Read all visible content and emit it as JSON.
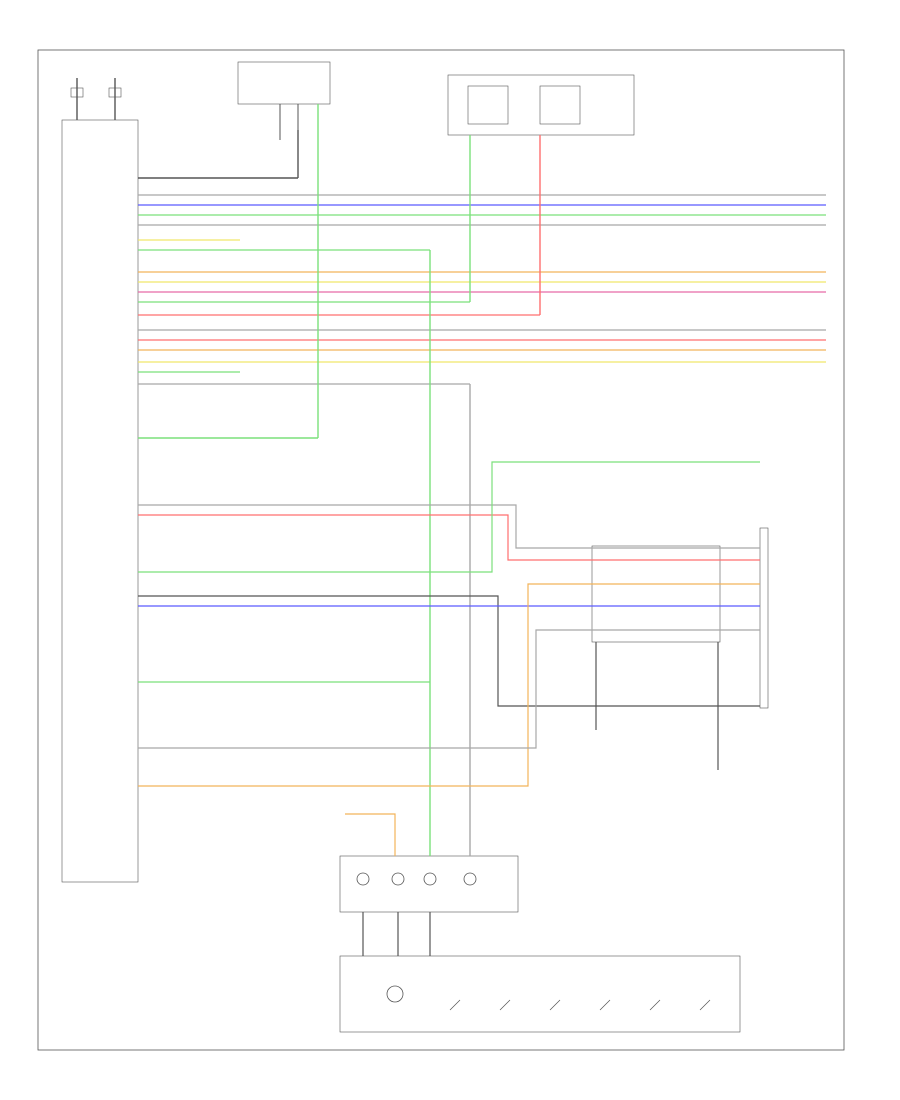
{
  "diagram": {
    "footer_code": "",
    "labels": {
      "rear_label_1": "",
      "rear_label_2": "",
      "module_name": "",
      "ground_label": ""
    },
    "wires": [
      {
        "name": "wire-blue",
        "color": "#5b5bff"
      },
      {
        "name": "wire-green",
        "color": "#7be07b"
      },
      {
        "name": "wire-gray",
        "color": "#a8a8a8"
      },
      {
        "name": "wire-yellow",
        "color": "#f0e66a"
      },
      {
        "name": "wire-orange",
        "color": "#f2b35a"
      },
      {
        "name": "wire-red",
        "color": "#ff6f6f"
      },
      {
        "name": "wire-pink",
        "color": "#e86aa8"
      },
      {
        "name": "wire-black",
        "color": "#555555"
      }
    ]
  }
}
